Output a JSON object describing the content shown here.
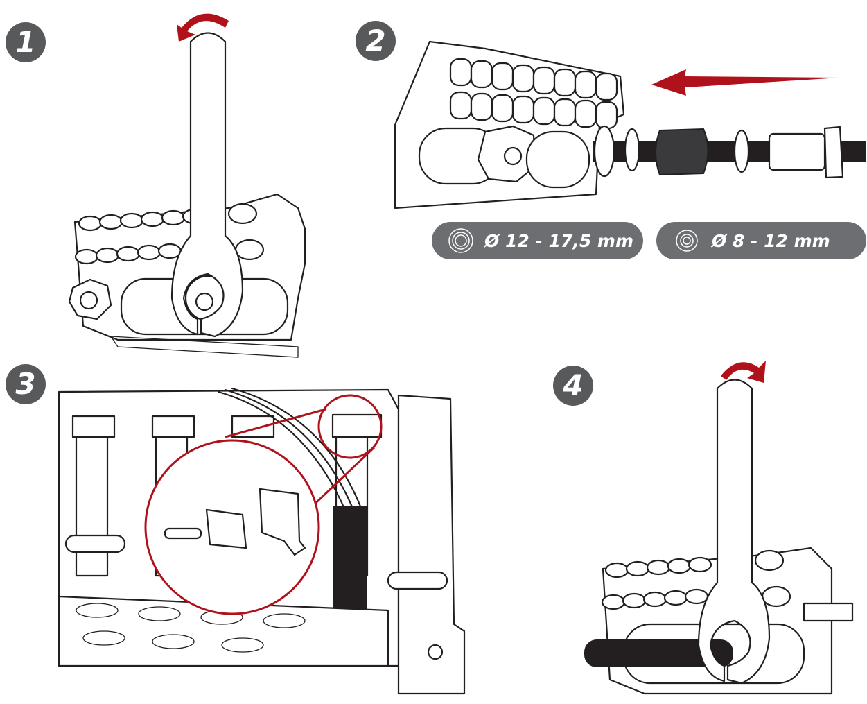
{
  "steps": [
    {
      "number": "1",
      "name": "loosen-nut"
    },
    {
      "number": "2",
      "name": "insert-cable"
    },
    {
      "number": "3",
      "name": "fix-cable-clamp"
    },
    {
      "number": "4",
      "name": "tighten-nut"
    }
  ],
  "diameter_labels": [
    {
      "text": "Ø 12 - 17,5 mm"
    },
    {
      "text": "Ø 8 - 12 mm"
    }
  ],
  "colors": {
    "accent": "#b0121b",
    "badge": "#58595b",
    "pill": "#6d6e71",
    "line": "#231f20"
  },
  "icons": [
    "rotate-counterclockwise-arrow-icon",
    "insert-direction-arrow-icon",
    "rotate-clockwise-arrow-icon",
    "seal-ring-icon"
  ]
}
